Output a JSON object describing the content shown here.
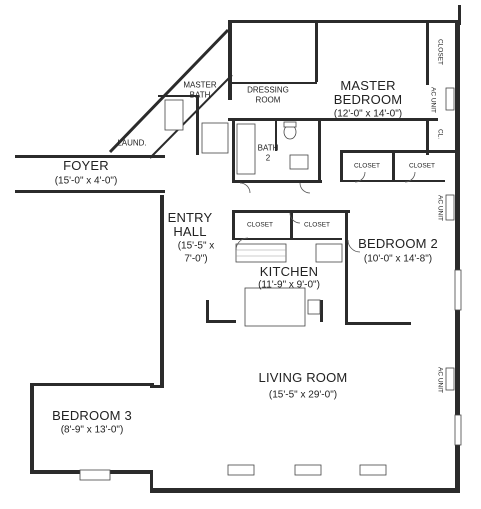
{
  "rooms": {
    "foyer": {
      "name": "FOYER",
      "dims": "(15'-0\" x 4'-0\")"
    },
    "entry_hall": {
      "name_line1": "ENTRY",
      "name_line2": "HALL",
      "dims_line1": "(15'-5\" x",
      "dims_line2": "7'-0\")"
    },
    "kitchen": {
      "name": "KITCHEN",
      "dims": "(11'-9\" x 9'-0\")"
    },
    "living_room": {
      "name": "LIVING ROOM",
      "dims": "(15'-5\" x 29'-0\")"
    },
    "bedroom2": {
      "name": "BEDROOM 2",
      "dims": "(10'-0\" x 14'-8\")"
    },
    "bedroom3": {
      "name": "BEDROOM 3",
      "dims": "(8'-9\" x 13'-0\")"
    },
    "master_bedroom": {
      "name_line1": "MASTER",
      "name_line2": "BEDROOM",
      "dims": "(12'-0\" x 14'-0\")"
    },
    "master_bath": {
      "line1": "MASTER",
      "line2": "BATH"
    },
    "dressing_room": {
      "line1": "DRESSING",
      "line2": "ROOM"
    },
    "bath2": {
      "line1": "BATH",
      "line2": "2"
    },
    "laundry": {
      "name": "LAUND."
    }
  },
  "closets": {
    "master_top": "CLOSET",
    "master_cl": "CL.",
    "bedroom_left": "CLOSET",
    "bedroom_right": "CLOSET",
    "hall_left": "CLOSET",
    "hall_right": "CLOSET"
  },
  "ac_units": {
    "master": "AC UNIT",
    "bedroom2": "AC UNIT",
    "living": "AC UNIT"
  }
}
